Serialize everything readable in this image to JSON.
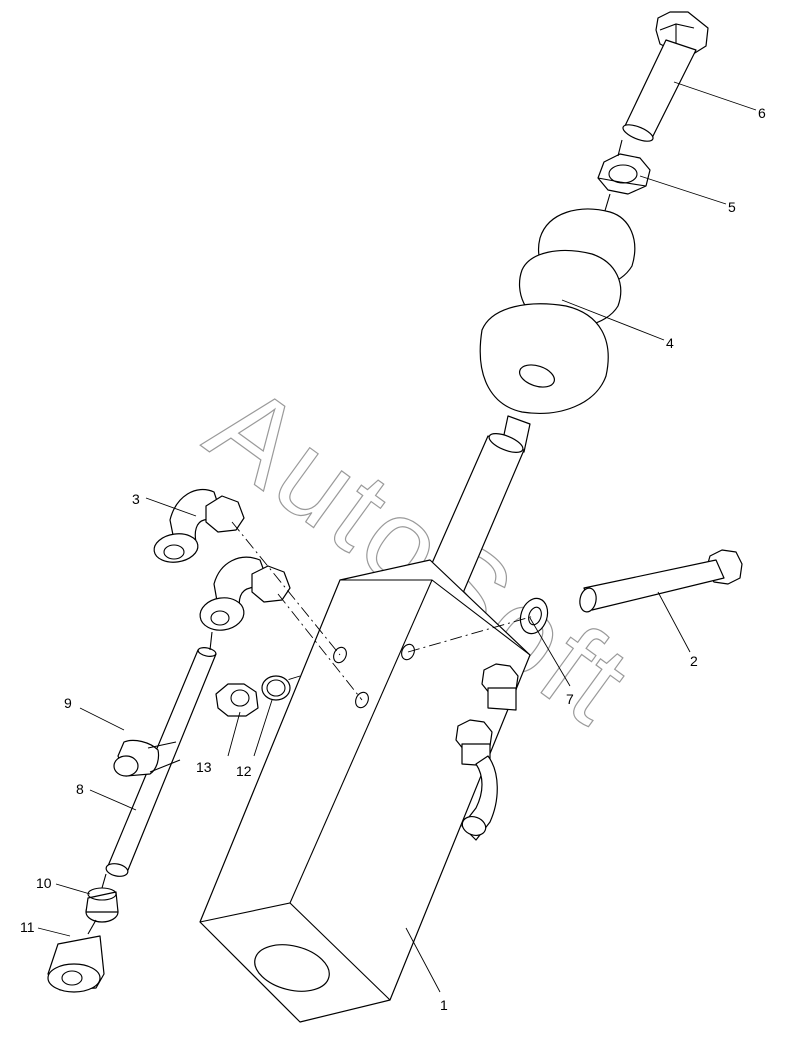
{
  "watermark": "AutoSoft",
  "callouts": [
    "1",
    "2",
    "3",
    "4",
    "5",
    "6",
    "7",
    "8",
    "9",
    "10",
    "11",
    "12",
    "13"
  ],
  "colors": {
    "ink": "#000000",
    "watermark": "#9a9a9a",
    "background": "#ffffff"
  }
}
